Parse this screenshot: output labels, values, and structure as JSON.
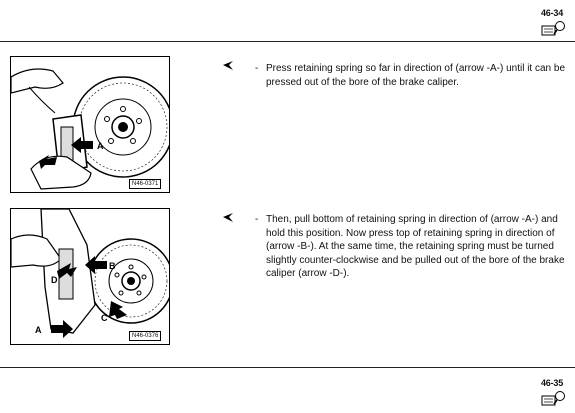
{
  "header": {
    "page_number": "46-34"
  },
  "footer": {
    "page_number": "46-35"
  },
  "icons": {
    "page_icon": "book-magnifier-icon",
    "bullet": "pointer-arrow-icon"
  },
  "steps": [
    {
      "figure_ref": "N46-0371",
      "figure_labels": [
        "A"
      ],
      "dash": "-",
      "text": "Press retaining spring so far in direction of (arrow -A-) until it can be pressed out of the bore of the brake caliper."
    },
    {
      "figure_ref": "N46-0376",
      "figure_labels": [
        "A",
        "B",
        "C",
        "D"
      ],
      "dash": "-",
      "text": "Then, pull bottom of retaining spring in direction of (arrow -A-) and hold this position. Now press top of retaining spring in direction of (arrow -B-). At the same time, the retaining spring must be turned slightly counter-clockwise and be pulled out of the bore of the brake caliper (arrow -D-)."
    }
  ]
}
